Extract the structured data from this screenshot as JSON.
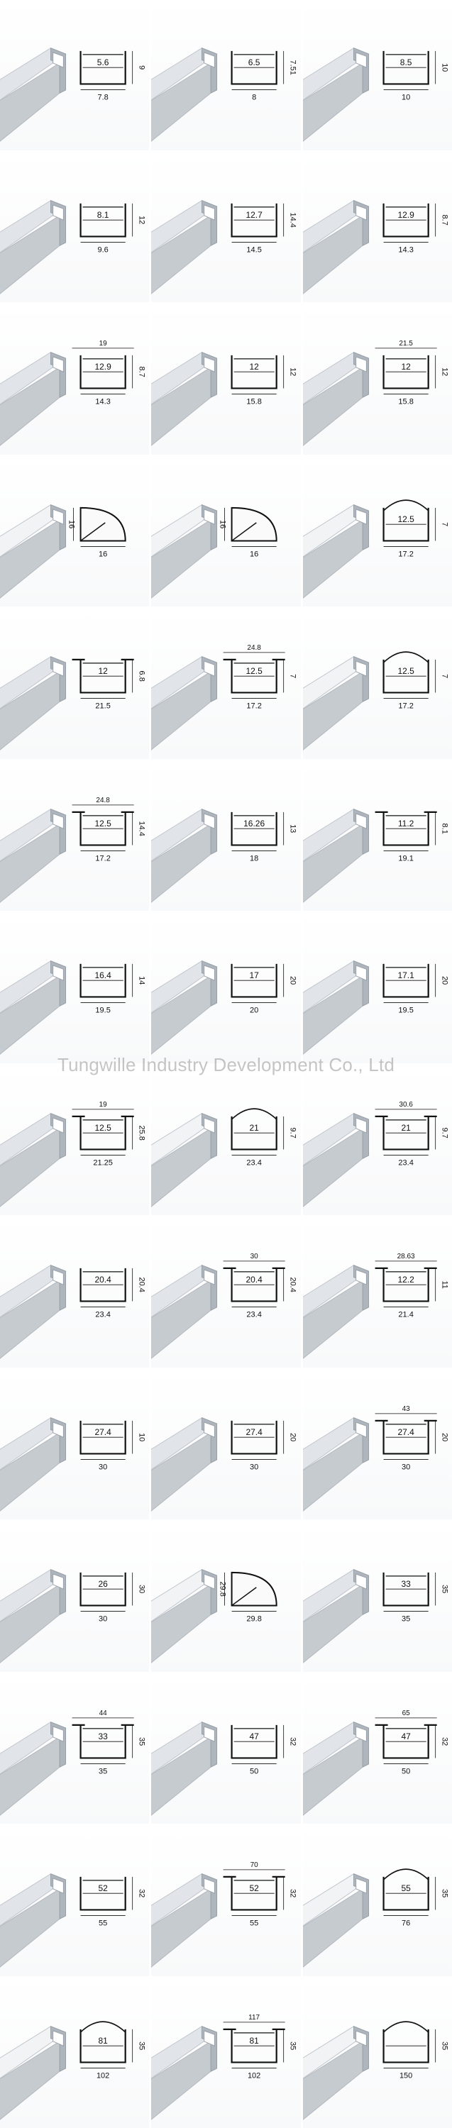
{
  "page": {
    "watermark": "Tungwille Industry Development Co., Ltd",
    "colors": {
      "background": "#ffffff",
      "divider": "#e6e6e6",
      "aluminium": "#c9ced3",
      "diffuser": "#eef1f4",
      "profile": "#111111",
      "watermark": "#969696"
    }
  },
  "products": [
    {
      "row": 1,
      "col": 1,
      "kind": "u",
      "dims": [
        "5.6",
        "9",
        "7.8"
      ]
    },
    {
      "row": 1,
      "col": 2,
      "kind": "u",
      "dims": [
        "6.5",
        "7.51",
        "8"
      ]
    },
    {
      "row": 1,
      "col": 3,
      "kind": "u",
      "dims": [
        "8.5",
        "10",
        "10"
      ]
    },
    {
      "row": 2,
      "col": 1,
      "kind": "u",
      "dims": [
        "8.1",
        "12",
        "9.6"
      ]
    },
    {
      "row": 2,
      "col": 2,
      "kind": "u",
      "dims": [
        "12.7",
        "14.4",
        "14.5"
      ]
    },
    {
      "row": 2,
      "col": 3,
      "kind": "u",
      "dims": [
        "12.9",
        "8.7",
        "14.3"
      ]
    },
    {
      "row": 3,
      "col": 1,
      "kind": "u",
      "dims": [
        "19",
        "12.9",
        "8.7",
        "14.3"
      ]
    },
    {
      "row": 3,
      "col": 2,
      "kind": "u",
      "dims": [
        "12",
        "12",
        "15.8"
      ]
    },
    {
      "row": 3,
      "col": 3,
      "kind": "u",
      "dims": [
        "21.5",
        "12",
        "12",
        "15.8"
      ]
    },
    {
      "row": 4,
      "col": 1,
      "kind": "corner",
      "dims": [
        "16",
        "16"
      ]
    },
    {
      "row": 4,
      "col": 2,
      "kind": "corner",
      "dims": [
        "16",
        "16"
      ]
    },
    {
      "row": 4,
      "col": 3,
      "kind": "dome",
      "dims": [
        "12.5",
        "7",
        "17.2"
      ]
    },
    {
      "row": 5,
      "col": 1,
      "kind": "flange",
      "dims": [
        "12",
        "6.8",
        "21.5"
      ]
    },
    {
      "row": 5,
      "col": 2,
      "kind": "flange",
      "dims": [
        "24.8",
        "12.5",
        "7",
        "17.2"
      ]
    },
    {
      "row": 5,
      "col": 3,
      "kind": "dome",
      "dims": [
        "12.5",
        "7",
        "17.2"
      ]
    },
    {
      "row": 6,
      "col": 1,
      "kind": "flange",
      "dims": [
        "24.8",
        "12.5",
        "14.4",
        "17.2"
      ]
    },
    {
      "row": 6,
      "col": 2,
      "kind": "u",
      "dims": [
        "16.26",
        "13",
        "18"
      ]
    },
    {
      "row": 6,
      "col": 3,
      "kind": "flange",
      "dims": [
        "11.2",
        "8.1",
        "19.1"
      ]
    },
    {
      "row": 7,
      "col": 1,
      "kind": "u",
      "dims": [
        "16.4",
        "14",
        "19.5"
      ]
    },
    {
      "row": 7,
      "col": 2,
      "kind": "u",
      "dims": [
        "17",
        "20",
        "20"
      ]
    },
    {
      "row": 7,
      "col": 3,
      "kind": "u",
      "dims": [
        "17.1",
        "20",
        "19.5"
      ]
    },
    {
      "row": 8,
      "col": 1,
      "kind": "flange",
      "dims": [
        "19",
        "12.5",
        "25.8",
        "21.25"
      ]
    },
    {
      "row": 8,
      "col": 2,
      "kind": "dome",
      "dims": [
        "21",
        "9.7",
        "23.4"
      ]
    },
    {
      "row": 8,
      "col": 3,
      "kind": "flange",
      "dims": [
        "30.6",
        "21",
        "9.7",
        "23.4"
      ]
    },
    {
      "row": 9,
      "col": 1,
      "kind": "u",
      "dims": [
        "20.4",
        "20.4",
        "23.4"
      ]
    },
    {
      "row": 9,
      "col": 2,
      "kind": "flange",
      "dims": [
        "30",
        "20.4",
        "20.4",
        "23.4"
      ]
    },
    {
      "row": 9,
      "col": 3,
      "kind": "flange",
      "dims": [
        "28.63",
        "12.2",
        "11",
        "21.4"
      ]
    },
    {
      "row": 10,
      "col": 1,
      "kind": "u",
      "dims": [
        "27.4",
        "10",
        "30"
      ]
    },
    {
      "row": 10,
      "col": 2,
      "kind": "u",
      "dims": [
        "27.4",
        "20",
        "30"
      ]
    },
    {
      "row": 10,
      "col": 3,
      "kind": "flange",
      "dims": [
        "43",
        "27.4",
        "20",
        "30"
      ]
    },
    {
      "row": 11,
      "col": 1,
      "kind": "u",
      "dims": [
        "26",
        "30",
        "30"
      ]
    },
    {
      "row": 11,
      "col": 2,
      "kind": "corner",
      "dims": [
        "29.8",
        "29.8"
      ]
    },
    {
      "row": 11,
      "col": 3,
      "kind": "u",
      "dims": [
        "33",
        "35",
        "35"
      ]
    },
    {
      "row": 12,
      "col": 1,
      "kind": "flange",
      "dims": [
        "44",
        "33",
        "35",
        "35"
      ]
    },
    {
      "row": 12,
      "col": 2,
      "kind": "u",
      "dims": [
        "47",
        "32",
        "50"
      ]
    },
    {
      "row": 12,
      "col": 3,
      "kind": "flange",
      "dims": [
        "65",
        "47",
        "32",
        "50"
      ]
    },
    {
      "row": 13,
      "col": 1,
      "kind": "u",
      "dims": [
        "52",
        "32",
        "55"
      ]
    },
    {
      "row": 13,
      "col": 2,
      "kind": "flange",
      "dims": [
        "70",
        "52",
        "32",
        "55"
      ]
    },
    {
      "row": 13,
      "col": 3,
      "kind": "dome",
      "dims": [
        "55",
        "35",
        "76"
      ]
    },
    {
      "row": 14,
      "col": 1,
      "kind": "dome",
      "dims": [
        "81",
        "35",
        "102"
      ]
    },
    {
      "row": 14,
      "col": 2,
      "kind": "flange",
      "dims": [
        "117",
        "81",
        "35",
        "102"
      ]
    },
    {
      "row": 14,
      "col": 3,
      "kind": "dome",
      "dims": [
        "",
        "35",
        "150"
      ]
    }
  ]
}
